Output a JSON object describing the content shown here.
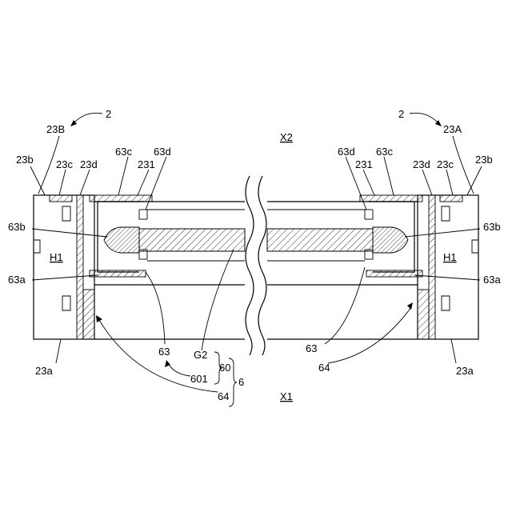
{
  "labels": {
    "ref_2_left": "2",
    "ref_2_right": "2",
    "l_23B": "23B",
    "l_23A": "23A",
    "l_X2": "X2",
    "l_X1": "X1",
    "l_23b_left": "23b",
    "l_23c_left": "23c",
    "l_23d_left": "23d",
    "l_63c_left": "63c",
    "l_63d_left": "63d",
    "l_231_left": "231",
    "l_63d_right": "63d",
    "l_63c_right": "63c",
    "l_231_right": "231",
    "l_23d_right": "23d",
    "l_23c_right": "23c",
    "l_23b_right": "23b",
    "l_63b_left": "63b",
    "l_63b_right": "63b",
    "l_H1_left": "H1",
    "l_H1_right": "H1",
    "l_63a_left": "63a",
    "l_63a_right": "63a",
    "l_23a_left": "23a",
    "l_23a_right": "23a",
    "l_63_left": "63",
    "l_63_right": "63",
    "l_64_right": "64",
    "l_G2": "G2",
    "l_60": "60",
    "l_6": "6",
    "l_601": "601",
    "l_64_bottom": "64"
  }
}
